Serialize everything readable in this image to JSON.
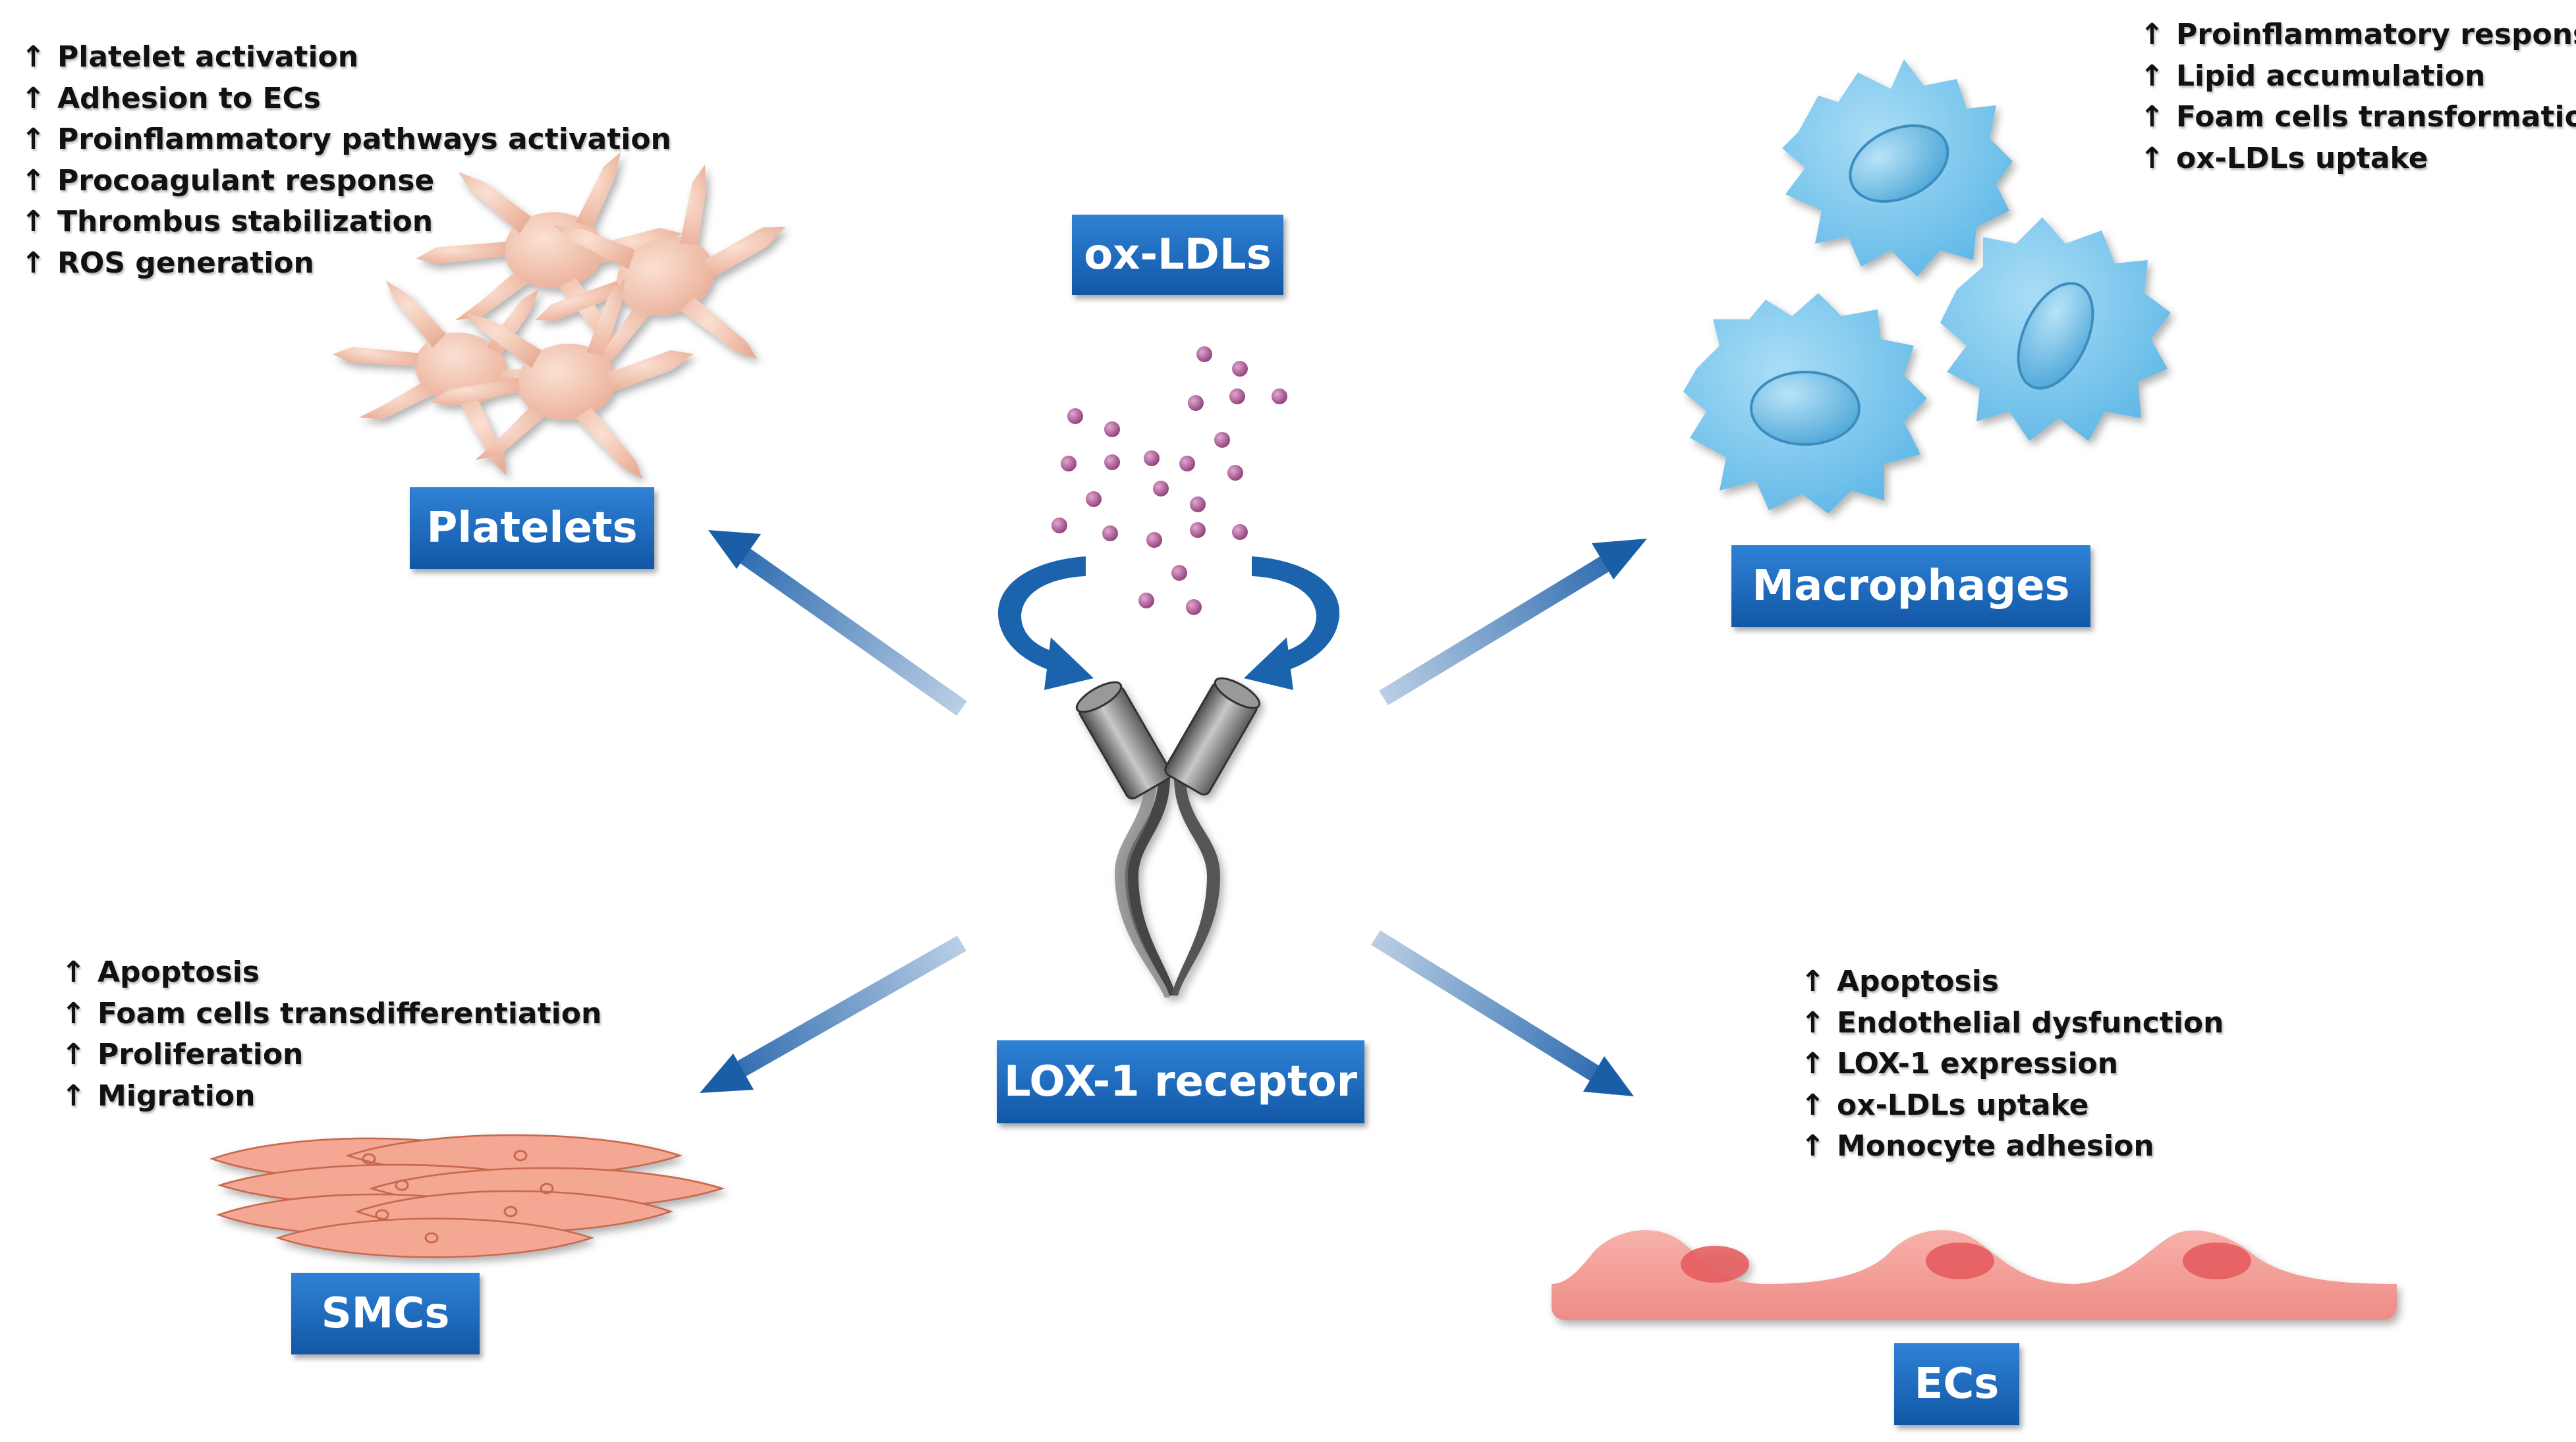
{
  "center": {
    "ligand_label": "ox-LDLs",
    "receptor_label": "LOX-1 receptor",
    "receptor_icon": "lox1-receptor-icon",
    "particle_icon": "ox-ldl-particle-icon"
  },
  "up_arrow": "↑",
  "colors": {
    "label_bg_top": "#2f82d6",
    "label_bg_bottom": "#1257a6",
    "label_text": "#ffffff",
    "arrow": "#1a5ea8",
    "platelet": "#f5c5b0",
    "macrophage": "#7cc8ee",
    "smc": "#f4a792",
    "ec": "#f39a9a",
    "particle": "#a8508c",
    "receptor": "#555555"
  },
  "cells": {
    "platelets": {
      "label": "Platelets",
      "icon": "platelet-icon",
      "effects": [
        "Platelet activation",
        "Adhesion to ECs",
        "Proinflammatory pathways activation",
        "Procoagulant response",
        "Thrombus stabilization",
        "ROS generation"
      ]
    },
    "macrophages": {
      "label": "Macrophages",
      "icon": "macrophage-icon",
      "effects": [
        "Proinflammatory response",
        "Lipid accumulation",
        "Foam cells transformation",
        "ox-LDLs uptake"
      ]
    },
    "smcs": {
      "label": "SMCs",
      "icon": "smc-icon",
      "effects": [
        "Apoptosis",
        "Foam cells transdifferentiation",
        "Proliferation",
        "Migration"
      ]
    },
    "ecs": {
      "label": "ECs",
      "icon": "endothelial-cell-icon",
      "effects": [
        "Apoptosis",
        "Endothelial dysfunction",
        "LOX-1 expression",
        "ox-LDLs uptake",
        "Monocyte adhesion"
      ]
    }
  }
}
